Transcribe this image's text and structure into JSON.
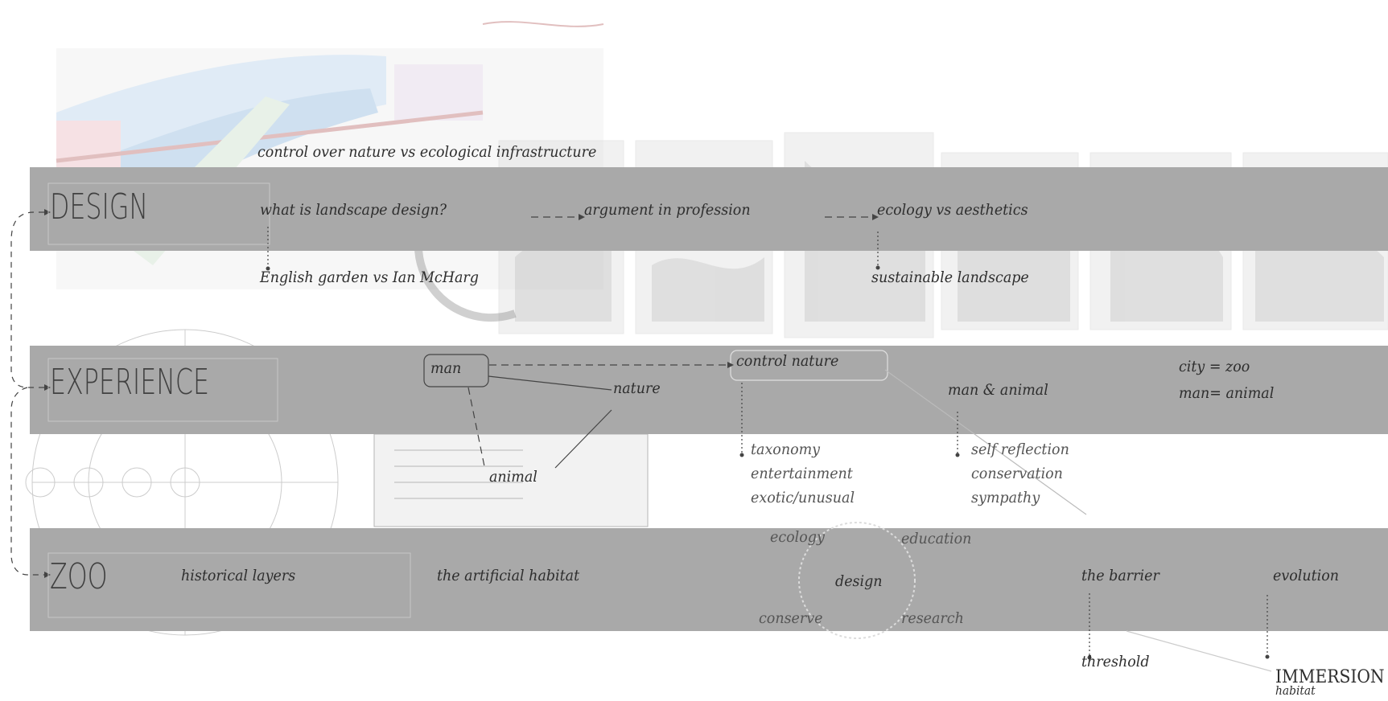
{
  "headings": {
    "design": "DESIGN",
    "experience": "EXPERIENCE",
    "zoo": "ZOO"
  },
  "design": {
    "top_note": "control over nature vs ecological infrastructure",
    "question": "what is landscape design?",
    "argument": "argument in profession",
    "ecology_aesthetics": "ecology vs aesthetics",
    "english_garden": "English garden vs Ian McHarg",
    "sustainable": "sustainable landscape"
  },
  "experience": {
    "man": "man",
    "nature": "nature",
    "animal": "animal",
    "control_nature": "control nature",
    "man_animal": "man & animal",
    "city_zoo": "city = zoo",
    "man_equals_animal": "man= animal",
    "left_list": [
      "taxonomy",
      "entertainment",
      "exotic/unusual"
    ],
    "right_list": [
      "self reflection",
      "conservation",
      "sympathy"
    ]
  },
  "zoo": {
    "historical": "historical layers",
    "artificial": "the artificial habitat",
    "ecology": "ecology",
    "education": "education",
    "design": "design",
    "conserve": "conserve",
    "research": "research",
    "barrier": "the barrier",
    "evolution": "evolution",
    "threshold": "threshold",
    "immersion": "IMMERSION",
    "habitat": "habitat"
  },
  "colors": {
    "band": "#a9a9a9",
    "text": "#2e2e2e",
    "heading": "#404040"
  }
}
